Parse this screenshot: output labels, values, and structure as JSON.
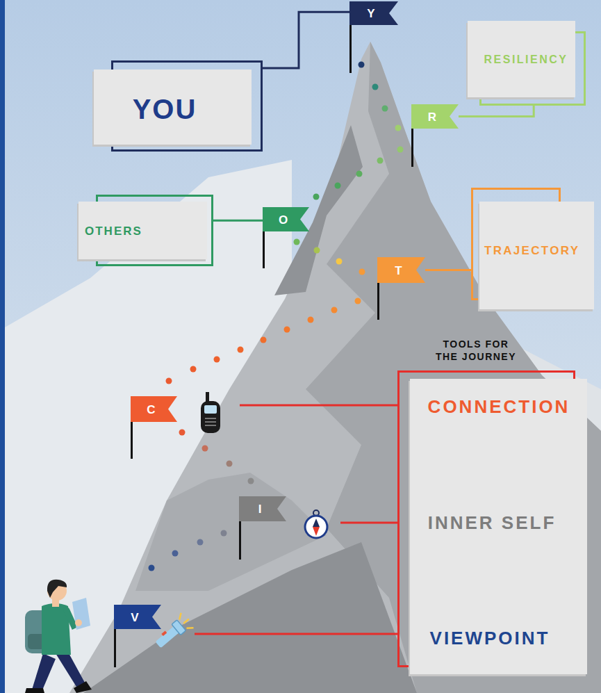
{
  "diagram": {
    "nodes": [
      {
        "text": [
          "YOU"
        ]
      },
      {
        "text": [
          "Y"
        ]
      },
      {
        "text": [
          "R"
        ]
      },
      {
        "text": [
          "RESILIENCY"
        ]
      },
      {
        "text": [
          "OTHERS"
        ]
      },
      {
        "text": [
          "O"
        ]
      },
      {
        "text": [
          "T"
        ]
      },
      {
        "text": [
          "TRAJECTORY"
        ]
      },
      {
        "text": [
          "TOOLS FOR THE JOURNEY",
          "CONNECTION",
          "INNER SELF",
          "VIEWPOINT"
        ]
      },
      {
        "text": [
          "C"
        ]
      },
      {
        "text": [
          "I"
        ]
      },
      {
        "text": [
          "V"
        ]
      }
    ],
    "edges": [
      {
        "from": 1,
        "to": 0,
        "arrow": "none"
      },
      {
        "from": 2,
        "to": 3,
        "arrow": "none"
      },
      {
        "from": 5,
        "to": 4,
        "arrow": "none"
      },
      {
        "from": 6,
        "to": 7,
        "arrow": "none"
      }
    ]
  }
}
